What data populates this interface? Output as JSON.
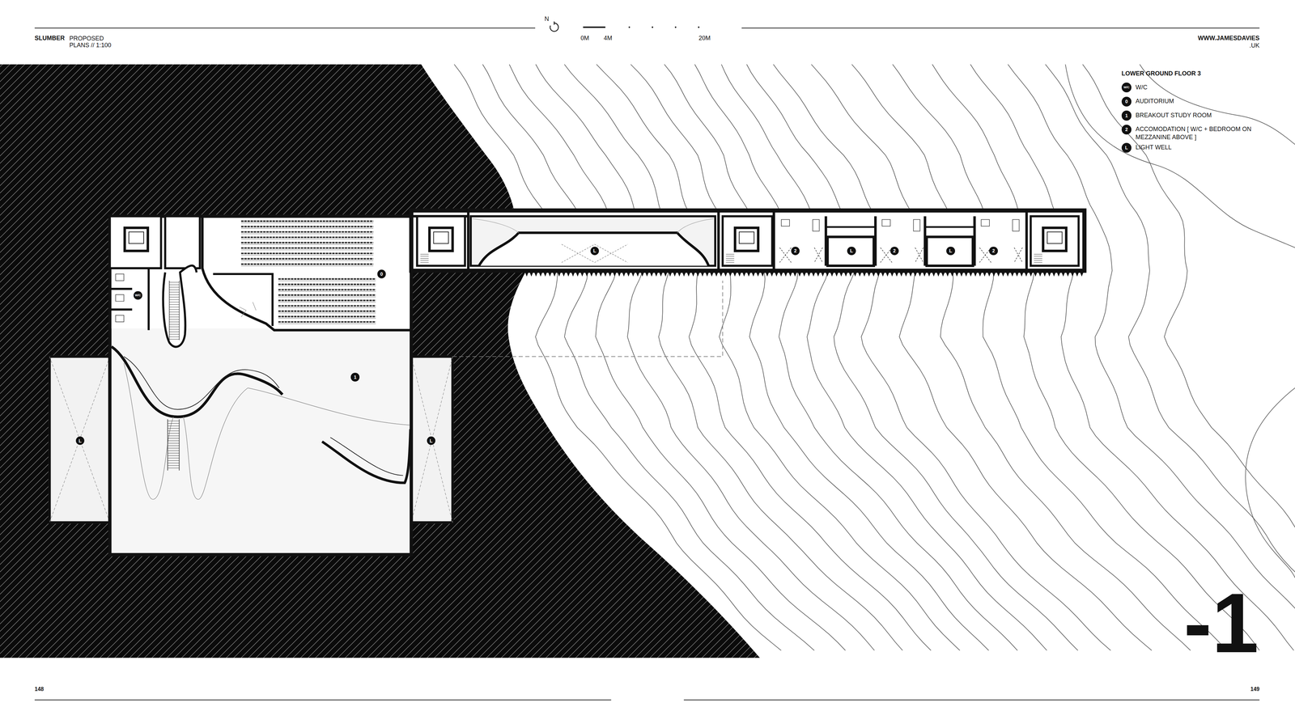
{
  "diagram": {
    "title": "LOWER GROUND FLOOR 3",
    "labels": [
      "SLUMBER",
      "PROPOSED PLANS // 1:100",
      "N",
      "0M",
      "4M",
      "20M",
      "WWW.JAMESDAVIES",
      ".UK",
      "W/C",
      "0",
      "1",
      "2",
      "L",
      "W/C",
      "0",
      "1",
      "L",
      "L",
      "L",
      "2",
      "L",
      "2",
      "L",
      "2",
      "148",
      "149",
      "-1"
    ],
    "legend": [
      {
        "text": "W/C"
      },
      {
        "text": "AUDITORIUM"
      },
      {
        "text": "BREAKOUT STUDY ROOM"
      },
      {
        "text": "ACCOMODATION [ W/C + BEDROOM ON MEZZANINE ABOVE ]"
      },
      {
        "text": "LIGHT WELL"
      }
    ]
  }
}
